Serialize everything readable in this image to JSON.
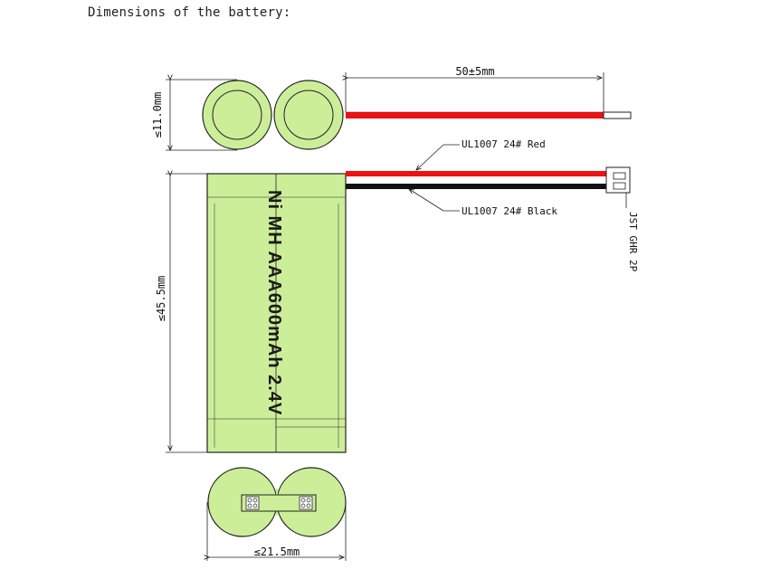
{
  "title": "Dimensions of the battery:",
  "dimensions": {
    "wire_length": "50±5mm",
    "diameter": "≤11.0mm",
    "height": "≤45.5mm",
    "width": "≤21.5mm"
  },
  "wires": {
    "red_label": "UL1007 24# Red",
    "black_label": "UL1007 24# Black",
    "connector_label": "JST GHR 2P"
  },
  "battery_text": "Ni MH AAA600mAh 2.4V",
  "colors": {
    "cell": "#ccee99",
    "red_wire": "#ee1111",
    "black_wire": "#111111"
  }
}
